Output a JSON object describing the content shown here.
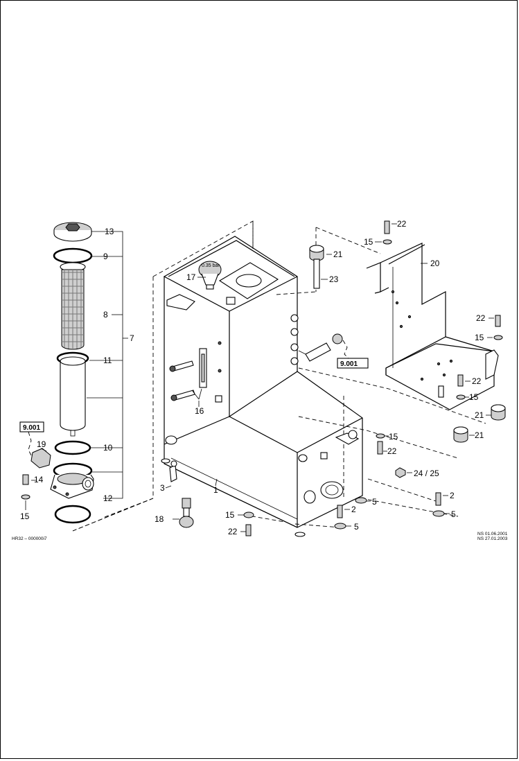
{
  "drawing": {
    "code": "HR32 – 000000i7",
    "revisions": [
      "NS 01.06.2001",
      "NS 27.01.2003"
    ]
  },
  "callouts": {
    "c1": "1",
    "c2a": "2",
    "c2b": "2",
    "c3": "3",
    "c5a": "5",
    "c5b": "5",
    "c5c": "5",
    "c7": "7",
    "c8": "8",
    "c9": "9",
    "c10": "10",
    "c11": "11",
    "c12": "12",
    "c13": "13",
    "c14": "14",
    "c15a": "15",
    "c15b": "15",
    "c15c": "15",
    "c15d": "15",
    "c15e": "15",
    "c15f": "15",
    "c16": "16",
    "c17": "17",
    "c18": "18",
    "c19": "19",
    "c20": "20",
    "c21a": "21",
    "c21b": "21",
    "c21c": "21",
    "c22a": "22",
    "c22b": "22",
    "c22c": "22",
    "c22d": "22",
    "c23": "23",
    "c2425": "24 / 25",
    "c22top": "22"
  },
  "references": {
    "ref_left": "9.001",
    "ref_mid": "9.001"
  },
  "cap_label": "0.35 bar"
}
